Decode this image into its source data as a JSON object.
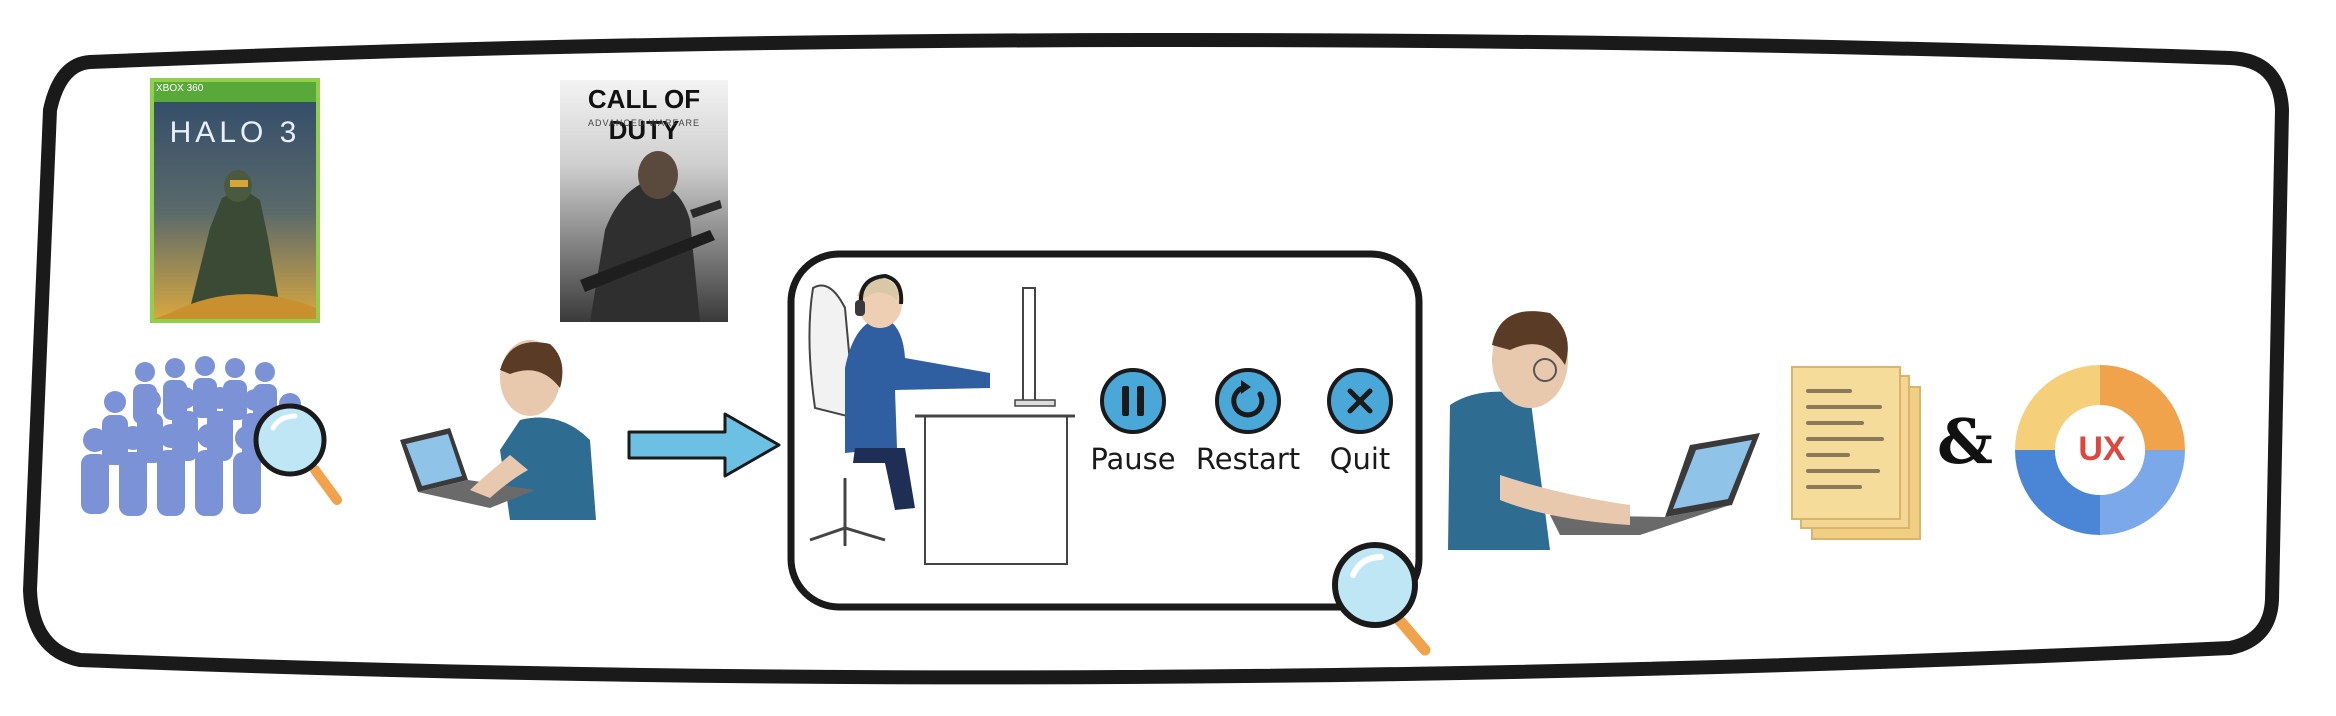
{
  "covers": {
    "halo": {
      "title": "HALO 3",
      "top_band": "XBOX 360"
    },
    "cod": {
      "title": "CALL OF DUTY",
      "subtitle": "ADVANCED WARFARE"
    }
  },
  "controls": {
    "pause": "Pause",
    "restart": "Restart",
    "quit": "Quit"
  },
  "connector": "&",
  "badge": "UX",
  "colors": {
    "accent_blue": "#4aa8d8",
    "arrow_blue": "#6cc0e4",
    "people_blue": "#7b93d6",
    "ux_orange": "#f0a34a",
    "ux_yellow": "#f5cf7a",
    "ux_blue": "#4a85d6",
    "ux_lightblue": "#7aa8e8",
    "ux_red": "#e0453e",
    "paper": "#f6dc9a"
  }
}
